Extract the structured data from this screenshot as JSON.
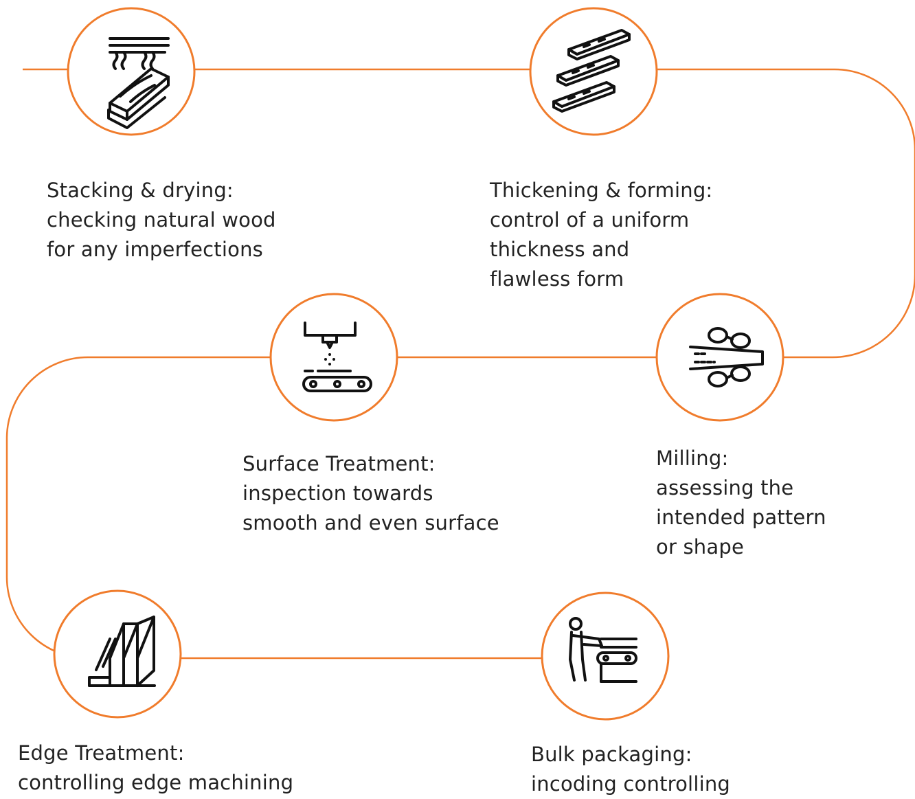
{
  "colors": {
    "accent": "#f07c2c",
    "text": "#222222",
    "icon": "#111111"
  },
  "steps": [
    {
      "icon": "drying-icon",
      "title": "Stacking & drying:",
      "lines": [
        "checking natural wood",
        "for any imperfections"
      ]
    },
    {
      "icon": "planks-icon",
      "title": "Thickening & forming:",
      "lines": [
        "control of a uniform",
        "thickness and",
        "flawless form"
      ]
    },
    {
      "icon": "milling-icon",
      "title": "Milling:",
      "lines": [
        "assessing the",
        "intended pattern",
        "or shape"
      ]
    },
    {
      "icon": "spray-conveyor-icon",
      "title": "Surface Treatment:",
      "lines": [
        "inspection towards",
        "smooth and even surface"
      ]
    },
    {
      "icon": "edge-profile-icon",
      "title": "Edge Treatment:",
      "lines": [
        "controlling edge machining"
      ]
    },
    {
      "icon": "packaging-worker-icon",
      "title": "Bulk packaging:",
      "lines": [
        "incoding controlling"
      ]
    }
  ]
}
